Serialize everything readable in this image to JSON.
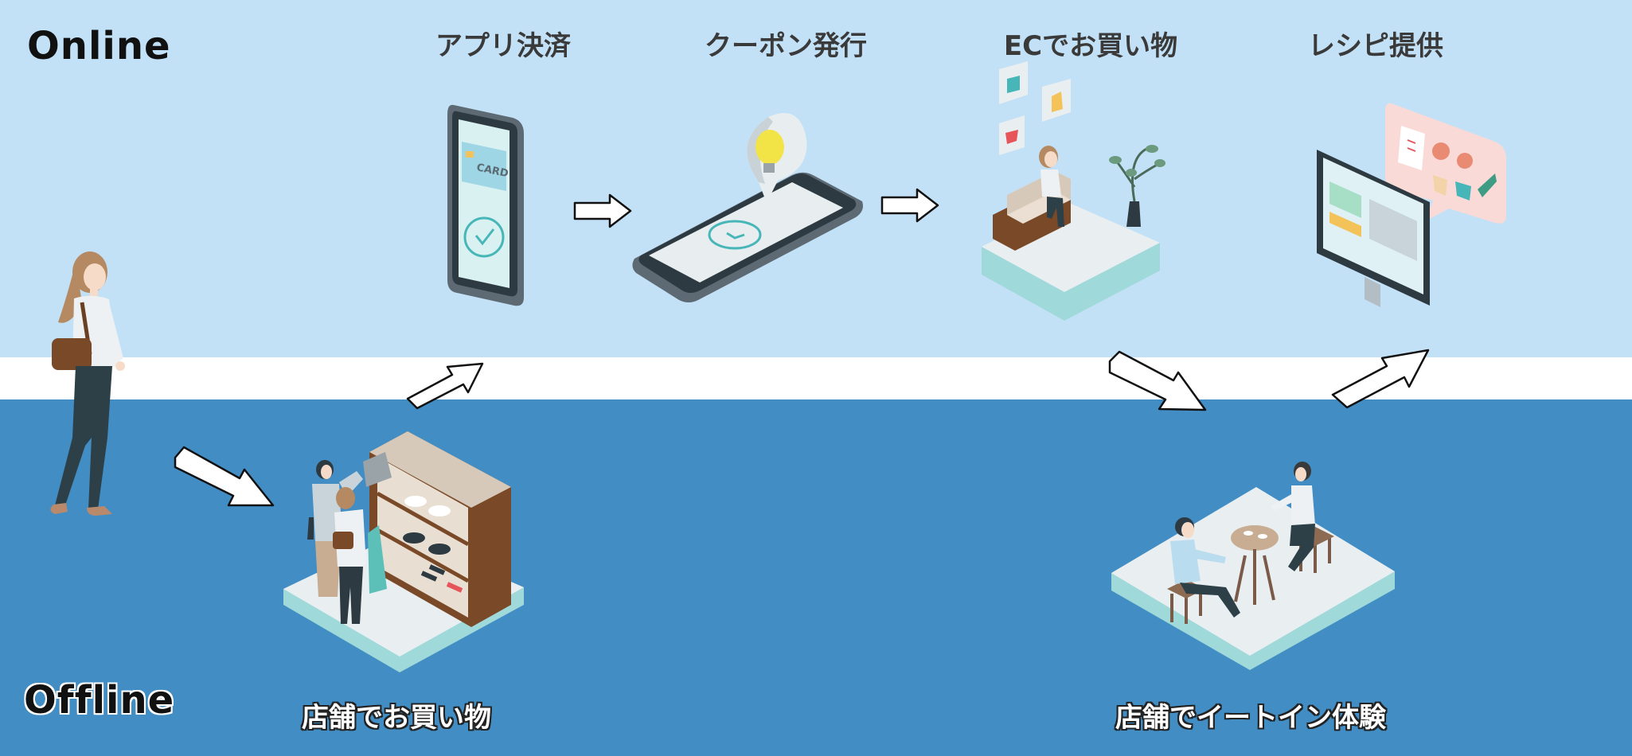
{
  "sections": {
    "online": "Online",
    "offline": "Offline"
  },
  "steps": [
    {
      "label": "アプリ決済",
      "icon": "payment-smartphone-icon"
    },
    {
      "label": "クーポン発行",
      "icon": "coupon-smartphone-icon"
    },
    {
      "label": "ECでお買い物",
      "icon": "ec-shopping-icon"
    },
    {
      "label": "レシピ提供",
      "icon": "recipe-monitor-icon"
    }
  ],
  "stores": [
    {
      "label": "店舗でお買い物",
      "icon": "store-shopping-icon"
    },
    {
      "label": "店舗でイートイン体験",
      "icon": "eat-in-icon"
    }
  ],
  "card_text": "CARD",
  "colors": {
    "online_band": "#c3e1f6",
    "offline_band": "#418dc4",
    "platform_top": "#e9eef1",
    "platform_side": "#9fd9d9"
  }
}
